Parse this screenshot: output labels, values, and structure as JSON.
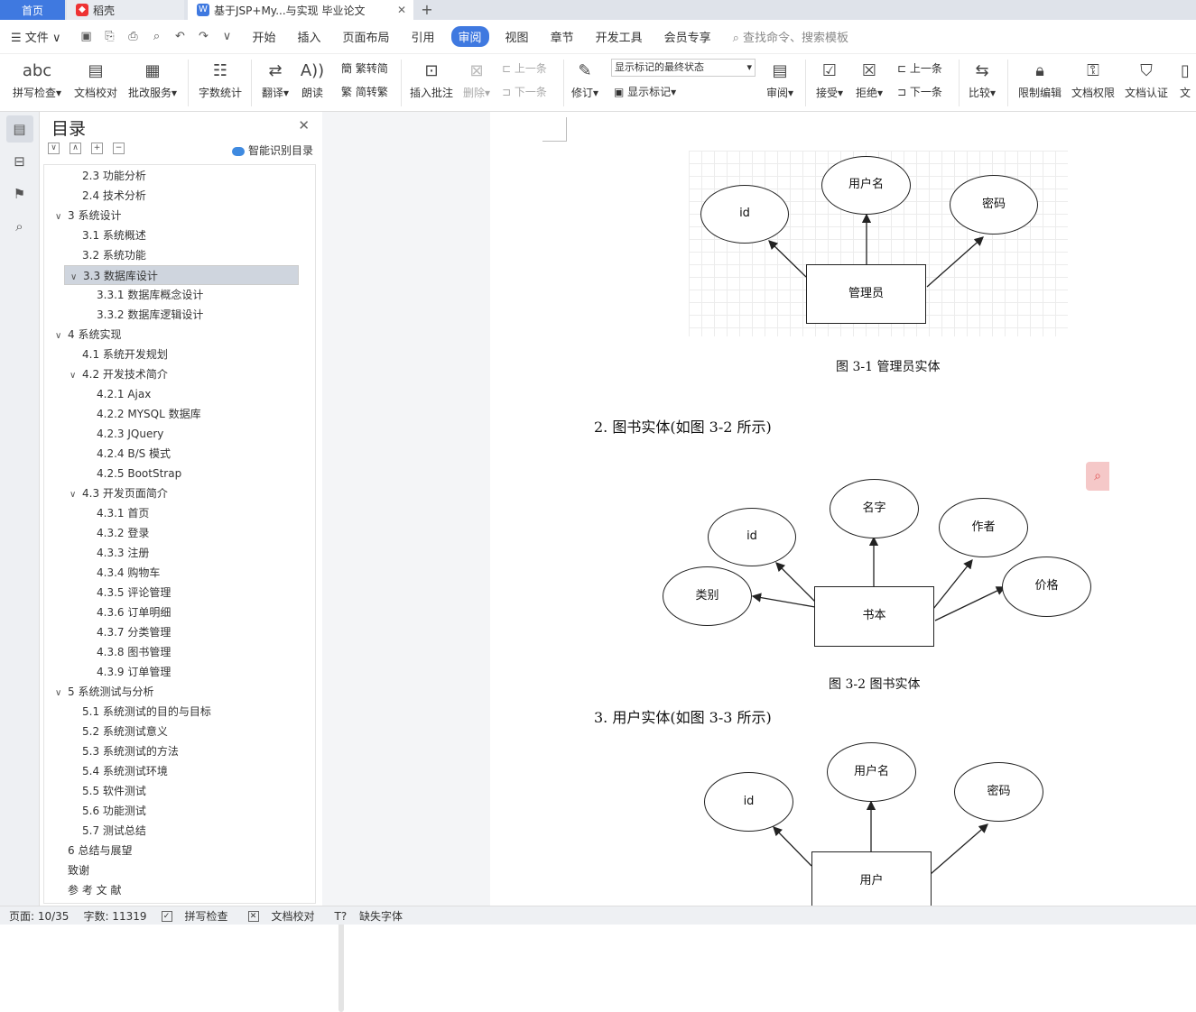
{
  "tabs": {
    "home": "首页",
    "daoke": "稻壳",
    "doc": "基于JSP+My...与实现 毕业论文"
  },
  "menu": {
    "file": "文件",
    "items": [
      "开始",
      "插入",
      "页面布局",
      "引用",
      "审阅",
      "视图",
      "章节",
      "开发工具",
      "会员专享"
    ],
    "active": "审阅",
    "search": "查找命令、搜索模板"
  },
  "ribbon": {
    "spell": "拼写检查",
    "proof": "文档校对",
    "correct": "批改服务",
    "wordcount": "字数统计",
    "translate": "翻译",
    "read": "朗读",
    "trad": "繁转简",
    "simp": "简转繁",
    "insert_comment": "插入批注",
    "delete": "删除",
    "prev": "上一条",
    "next": "下一条",
    "track": "修订",
    "markup_state": "显示标记的最终状态",
    "show_markup": "显示标记",
    "review": "审阅",
    "accept": "接受",
    "reject": "拒绝",
    "prev2": "上一条",
    "next2": "下一条",
    "compare": "比较",
    "restrict": "限制编辑",
    "perm": "文档权限",
    "cert": "文档认证",
    "more": "文"
  },
  "toc": {
    "title": "目录",
    "smart": "智能识别目录",
    "items": [
      {
        "t": "2.3  功能分析",
        "lvl": 2,
        "ar": ""
      },
      {
        "t": "2.4  技术分析",
        "lvl": 2,
        "ar": ""
      },
      {
        "t": "3  系统设计",
        "lvl": 1,
        "ar": "∨"
      },
      {
        "t": "3.1  系统概述",
        "lvl": 2,
        "ar": ""
      },
      {
        "t": "3.2  系统功能",
        "lvl": 2,
        "ar": ""
      },
      {
        "t": "3.3  数据库设计",
        "lvl": 2,
        "ar": "∨"
      },
      {
        "t": "3.3.1  数据库概念设计",
        "lvl": 3,
        "ar": ""
      },
      {
        "t": "3.3.2  数据库逻辑设计",
        "lvl": 3,
        "ar": ""
      },
      {
        "t": "4  系统实现",
        "lvl": 1,
        "ar": "∨"
      },
      {
        "t": "4.1  系统开发规划",
        "lvl": 2,
        "ar": ""
      },
      {
        "t": "4.2  开发技术简介",
        "lvl": 2,
        "ar": "∨"
      },
      {
        "t": "4.2.1 Ajax",
        "lvl": 3,
        "ar": ""
      },
      {
        "t": "4.2.2 MYSQL 数据库",
        "lvl": 3,
        "ar": ""
      },
      {
        "t": "4.2.3 JQuery",
        "lvl": 3,
        "ar": ""
      },
      {
        "t": "4.2.4 B/S 模式",
        "lvl": 3,
        "ar": ""
      },
      {
        "t": "4.2.5 BootStrap",
        "lvl": 3,
        "ar": ""
      },
      {
        "t": "4.3  开发页面简介",
        "lvl": 2,
        "ar": "∨"
      },
      {
        "t": "4.3.1 首页",
        "lvl": 3,
        "ar": ""
      },
      {
        "t": "4.3.2 登录",
        "lvl": 3,
        "ar": ""
      },
      {
        "t": "4.3.3 注册",
        "lvl": 3,
        "ar": ""
      },
      {
        "t": "4.3.4 购物车",
        "lvl": 3,
        "ar": ""
      },
      {
        "t": "4.3.5 评论管理",
        "lvl": 3,
        "ar": ""
      },
      {
        "t": "4.3.6 订单明细",
        "lvl": 3,
        "ar": ""
      },
      {
        "t": "4.3.7 分类管理",
        "lvl": 3,
        "ar": ""
      },
      {
        "t": "4.3.8 图书管理",
        "lvl": 3,
        "ar": ""
      },
      {
        "t": "4.3.9 订单管理",
        "lvl": 3,
        "ar": ""
      },
      {
        "t": "5  系统测试与分析",
        "lvl": 1,
        "ar": "∨"
      },
      {
        "t": "5.1  系统测试的目的与目标",
        "lvl": 2,
        "ar": ""
      },
      {
        "t": "5.2  系统测试意义",
        "lvl": 2,
        "ar": ""
      },
      {
        "t": "5.3  系统测试的方法",
        "lvl": 2,
        "ar": ""
      },
      {
        "t": "5.4  系统测试环境",
        "lvl": 2,
        "ar": ""
      },
      {
        "t": "5.5  软件测试",
        "lvl": 2,
        "ar": ""
      },
      {
        "t": "5.6  功能测试",
        "lvl": 2,
        "ar": ""
      },
      {
        "t": "5.7  测试总结",
        "lvl": 2,
        "ar": ""
      },
      {
        "t": "6  总结与展望",
        "lvl": 1,
        "ar": ""
      },
      {
        "t": "致谢",
        "lvl": 1,
        "ar": ""
      },
      {
        "t": "参 考 文 献",
        "lvl": 1,
        "ar": ""
      }
    ],
    "selected": "3.3  数据库设计"
  },
  "doc": {
    "fig1": {
      "entity": "管理员",
      "attrs": [
        "id",
        "用户名",
        "密码"
      ],
      "caption": "图 3-1  管理员实体"
    },
    "para2": "2.  图书实体(如图 3-2 所示)",
    "fig2": {
      "entity": "书本",
      "attrs": [
        "id",
        "名字",
        "作者",
        "类别",
        "价格"
      ],
      "caption": "图 3-2  图书实体"
    },
    "para3": "3.  用户实体(如图 3-3 所示)",
    "fig3": {
      "entity": "用户",
      "attrs": [
        "id",
        "用户名",
        "密码"
      ]
    }
  },
  "status": {
    "page": "页面: 10/35",
    "words": "字数: 11319",
    "spell": "拼写检查",
    "proof": "文档校对",
    "font": "缺失字体"
  }
}
